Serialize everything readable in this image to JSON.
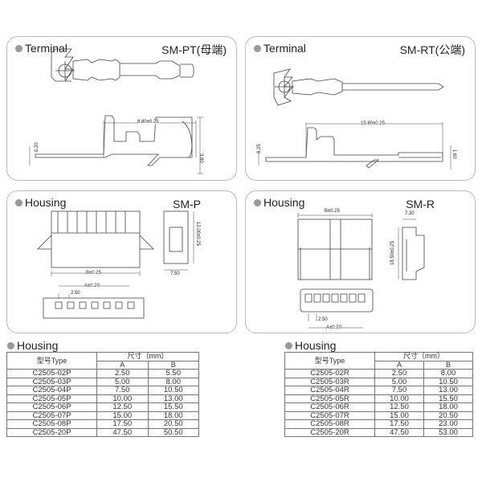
{
  "panels": [
    {
      "title": "Terminal",
      "code": "SM-PT(母端)",
      "dims": [
        "8.80±0.25",
        "0.20",
        "3.80"
      ]
    },
    {
      "title": "Terminal",
      "code": "SM-RT(公端)",
      "dims": [
        "15.80±0.25",
        "0.25",
        "1.60"
      ]
    },
    {
      "title": "Housing",
      "code": "SM-P",
      "dims": [
        "12.00±0.25",
        "7.50",
        "B±0.25",
        "2.50",
        "A±0.20"
      ]
    },
    {
      "title": "Housing",
      "code": "SM-R",
      "dims": [
        "B±0.25",
        "7.30",
        "18.50±0.25",
        "2.50",
        "A±0.20"
      ]
    }
  ],
  "tables": [
    {
      "title": "Housing",
      "type_header": "型号Type",
      "size_header": "尺寸（mm）",
      "col_a": "A",
      "col_b": "B",
      "rows": [
        [
          "C2505-02P",
          "2.50",
          "5.50"
        ],
        [
          "C2505-03P",
          "5.00",
          "8.00"
        ],
        [
          "C2505-04P",
          "7.50",
          "10.50"
        ],
        [
          "C2505-05P",
          "10.00",
          "13.00"
        ],
        [
          "C2505-06P",
          "12.50",
          "15.50"
        ],
        [
          "C2505-07P",
          "15.00",
          "18.00"
        ],
        [
          "C2505-08P",
          "17.50",
          "20.50"
        ],
        [
          "C2505-20P",
          "47.50",
          "50.50"
        ]
      ]
    },
    {
      "title": "Housing",
      "type_header": "型号Type",
      "size_header": "尺寸（mm）",
      "col_a": "A",
      "col_b": "B",
      "rows": [
        [
          "C2505-02R",
          "2.50",
          "8.00"
        ],
        [
          "C2505-03R",
          "5.00",
          "10.50"
        ],
        [
          "C2505-04R",
          "7.50",
          "13.00"
        ],
        [
          "C2505-05R",
          "10.00",
          "15.50"
        ],
        [
          "C2505-06R",
          "12.50",
          "18.00"
        ],
        [
          "C2505-07R",
          "15.00",
          "20.50"
        ],
        [
          "C2505-08R",
          "17.50",
          "23.00"
        ],
        [
          "C2505-20R",
          "47.50",
          "53.00"
        ]
      ]
    }
  ]
}
